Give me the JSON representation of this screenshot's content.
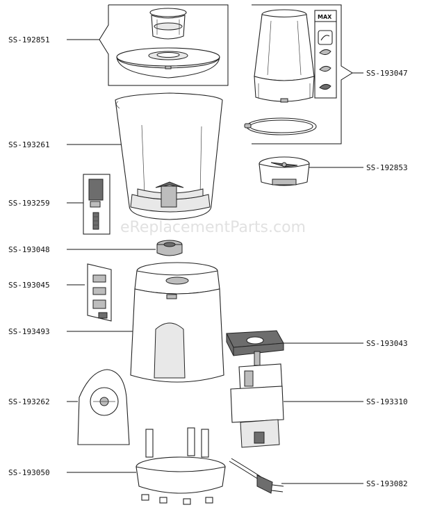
{
  "watermark": "eReplacementParts.com",
  "part_labels": {
    "ss_192851": "SS-192851",
    "ss_193047": "SS-193047",
    "ss_193261": "SS-193261",
    "ss_192853": "SS-192853",
    "ss_193259": "SS-193259",
    "ss_193048": "SS-193048",
    "ss_193045": "SS-193045",
    "ss_193493": "SS-193493",
    "ss_193043": "SS-193043",
    "ss_193262": "SS-193262",
    "ss_193310": "SS-193310",
    "ss_193050": "SS-193050",
    "ss_193082": "SS-193082"
  },
  "max_panel_label": "MAX"
}
